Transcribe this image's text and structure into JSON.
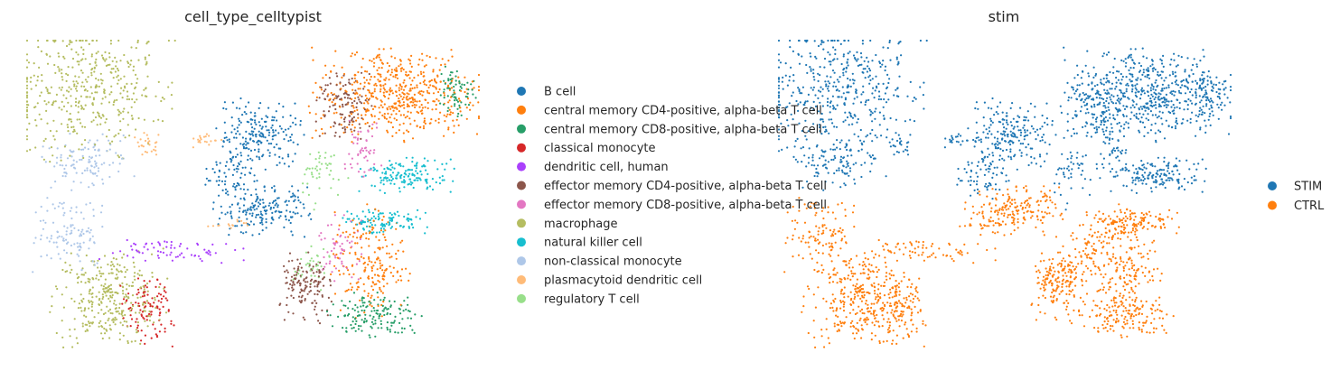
{
  "chart_data": [
    {
      "type": "scatter",
      "title": "cell_type_celltypist",
      "xlabel": "",
      "ylabel": "",
      "xlim": [
        0,
        10
      ],
      "ylim": [
        0,
        7
      ],
      "grid": false,
      "legend_placement": "right",
      "legend": [
        {
          "label": "B cell",
          "color": "#1f77b4"
        },
        {
          "label": "central memory CD4-positive, alpha-beta T cell",
          "color": "#ff7f0e"
        },
        {
          "label": "central memory CD8-positive, alpha-beta T cell",
          "color": "#279e68"
        },
        {
          "label": "classical monocyte",
          "color": "#d62728"
        },
        {
          "label": "dendritic cell, human",
          "color": "#aa40fc"
        },
        {
          "label": "effector memory CD4-positive, alpha-beta T cell",
          "color": "#8c564b"
        },
        {
          "label": "effector memory CD8-positive, alpha-beta T cell",
          "color": "#e377c2"
        },
        {
          "label": "macrophage",
          "color": "#b5bd61"
        },
        {
          "label": "natural killer cell",
          "color": "#17becf"
        },
        {
          "label": "non-classical monocyte",
          "color": "#aec7e8"
        },
        {
          "label": "plasmacytoid dendritic cell",
          "color": "#ffbb78"
        },
        {
          "label": "regulatory T cell",
          "color": "#98df8a"
        }
      ],
      "clusters": [
        {
          "cell_type": 7,
          "center": [
            1.3,
            5.87
          ],
          "sd": [
            0.9,
            0.75
          ],
          "n": 420,
          "stim": 0
        },
        {
          "cell_type": 7,
          "center": [
            1.8,
            1.14
          ],
          "sd": [
            0.6,
            0.55
          ],
          "n": 330,
          "stim": 1
        },
        {
          "cell_type": 3,
          "center": [
            2.65,
            0.85
          ],
          "sd": [
            0.28,
            0.38
          ],
          "n": 110,
          "stim": 1
        },
        {
          "cell_type": 9,
          "center": [
            1.3,
            4.22
          ],
          "sd": [
            0.5,
            0.3
          ],
          "n": 110,
          "stim": 0
        },
        {
          "cell_type": 9,
          "center": [
            1.0,
            2.58
          ],
          "sd": [
            0.4,
            0.4
          ],
          "n": 110,
          "stim": 1
        },
        {
          "cell_type": 10,
          "center": [
            2.7,
            4.63
          ],
          "sd": [
            0.18,
            0.14
          ],
          "n": 25,
          "stim": 0
        },
        {
          "cell_type": 10,
          "center": [
            3.9,
            4.74
          ],
          "sd": [
            0.2,
            0.08
          ],
          "n": 20,
          "stim": 0
        },
        {
          "cell_type": 10,
          "center": [
            4.4,
            2.8
          ],
          "sd": [
            0.3,
            0.06
          ],
          "n": 15,
          "stim": 1
        },
        {
          "cell_type": 4,
          "center": [
            3.2,
            2.2
          ],
          "sd": [
            0.8,
            0.15
          ],
          "n": 70,
          "stim": 1
        },
        {
          "cell_type": 0,
          "center": [
            5.1,
            4.84
          ],
          "sd": [
            0.5,
            0.4
          ],
          "n": 210,
          "stim": 0
        },
        {
          "cell_type": 0,
          "center": [
            5.2,
            3.09
          ],
          "sd": [
            0.5,
            0.28
          ],
          "n": 180,
          "stim": 1
        },
        {
          "cell_type": 0,
          "center": [
            4.5,
            3.9
          ],
          "sd": [
            0.3,
            0.3
          ],
          "n": 60,
          "stim": 0
        },
        {
          "cell_type": 1,
          "center": [
            8.2,
            5.77
          ],
          "sd": [
            0.9,
            0.5
          ],
          "n": 520,
          "stim": 0
        },
        {
          "cell_type": 1,
          "center": [
            7.6,
            1.96
          ],
          "sd": [
            0.4,
            0.6
          ],
          "n": 200,
          "stim": 1
        },
        {
          "cell_type": 2,
          "center": [
            9.5,
            5.87
          ],
          "sd": [
            0.2,
            0.3
          ],
          "n": 70,
          "stim": 0
        },
        {
          "cell_type": 2,
          "center": [
            7.7,
            0.72
          ],
          "sd": [
            0.5,
            0.25
          ],
          "n": 150,
          "stim": 1
        },
        {
          "cell_type": 5,
          "center": [
            7.0,
            5.56
          ],
          "sd": [
            0.3,
            0.4
          ],
          "n": 120,
          "stim": 0
        },
        {
          "cell_type": 5,
          "center": [
            6.2,
            1.34
          ],
          "sd": [
            0.3,
            0.4
          ],
          "n": 140,
          "stim": 1
        },
        {
          "cell_type": 6,
          "center": [
            7.4,
            4.53
          ],
          "sd": [
            0.25,
            0.3
          ],
          "n": 50,
          "stim": 0
        },
        {
          "cell_type": 6,
          "center": [
            6.9,
            2.37
          ],
          "sd": [
            0.25,
            0.4
          ],
          "n": 60,
          "stim": 1
        },
        {
          "cell_type": 8,
          "center": [
            8.4,
            3.91
          ],
          "sd": [
            0.5,
            0.2
          ],
          "n": 150,
          "stim": 0
        },
        {
          "cell_type": 8,
          "center": [
            7.9,
            2.88
          ],
          "sd": [
            0.5,
            0.15
          ],
          "n": 110,
          "stim": 1
        },
        {
          "cell_type": 11,
          "center": [
            6.5,
            3.91
          ],
          "sd": [
            0.3,
            0.4
          ],
          "n": 45,
          "stim": 0
        },
        {
          "cell_type": 11,
          "center": [
            6.3,
            1.86
          ],
          "sd": [
            0.2,
            0.3
          ],
          "n": 35,
          "stim": 1
        }
      ]
    },
    {
      "type": "scatter",
      "title": "stim",
      "xlabel": "",
      "ylabel": "",
      "xlim": [
        0,
        10
      ],
      "ylim": [
        0,
        7
      ],
      "grid": false,
      "legend_placement": "right",
      "legend": [
        {
          "label": "STIM",
          "color": "#1f77b4"
        },
        {
          "label": "CTRL",
          "color": "#ff7f0e"
        }
      ]
    }
  ]
}
